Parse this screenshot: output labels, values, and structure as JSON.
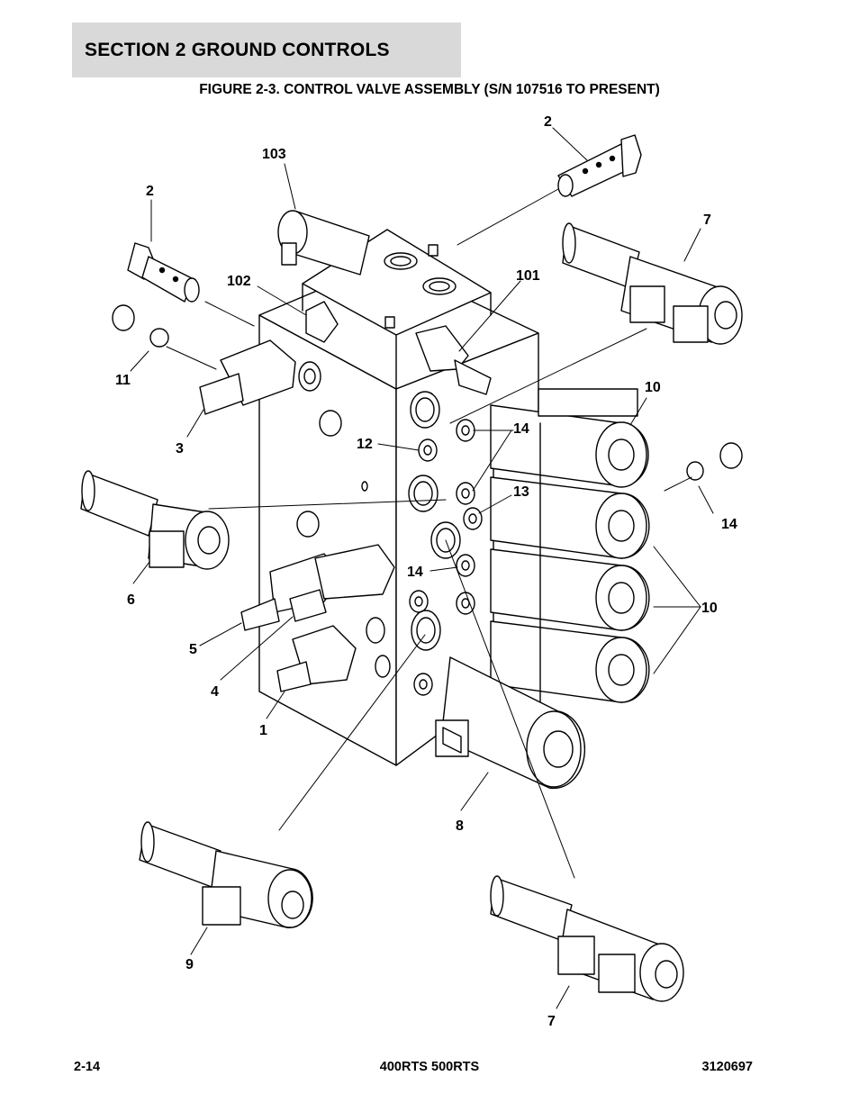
{
  "header": {
    "section": "SECTION 2   GROUND CONTROLS",
    "figure_title": "FIGURE 2-3. CONTROL VALVE ASSEMBLY (S/N 107516 TO PRESENT)"
  },
  "callouts": {
    "c2a": "2",
    "c103": "103",
    "c2b": "2",
    "c7a": "7",
    "c102": "102",
    "c101": "101",
    "c11": "11",
    "c3": "3",
    "c10a": "10",
    "c12": "12",
    "c14a": "14",
    "c13": "13",
    "c14b": "14",
    "c6": "6",
    "c14c": "14",
    "c10b": "10",
    "c5": "5",
    "c4": "4",
    "c1": "1",
    "c8": "8",
    "c9": "9",
    "c7b": "7"
  },
  "footer": {
    "page": "2-14",
    "models": "400RTS 500RTS",
    "doc_number": "3120697"
  }
}
